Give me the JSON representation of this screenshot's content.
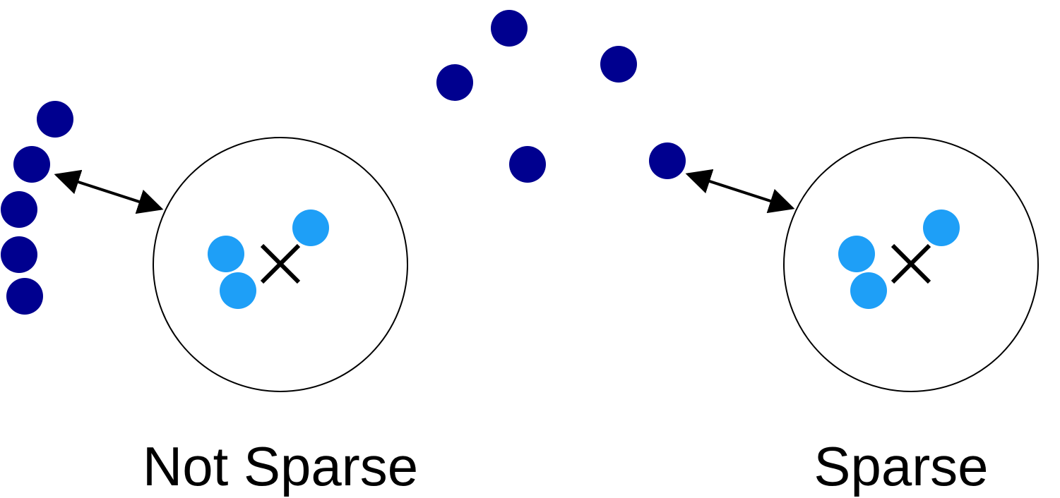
{
  "labels": {
    "left": "Not Sparse",
    "right": "Sparse"
  },
  "colors": {
    "background": "#ffffff",
    "dark_point": "#00008f",
    "light_point": "#1e9ff7",
    "circle_stroke": "#000000",
    "arrow": "#000000",
    "center_marker": "#000000"
  },
  "panels": [
    {
      "name": "not-sparse",
      "center_marker": "x-icon"
    },
    {
      "name": "sparse",
      "center_marker": "x-icon"
    }
  ]
}
